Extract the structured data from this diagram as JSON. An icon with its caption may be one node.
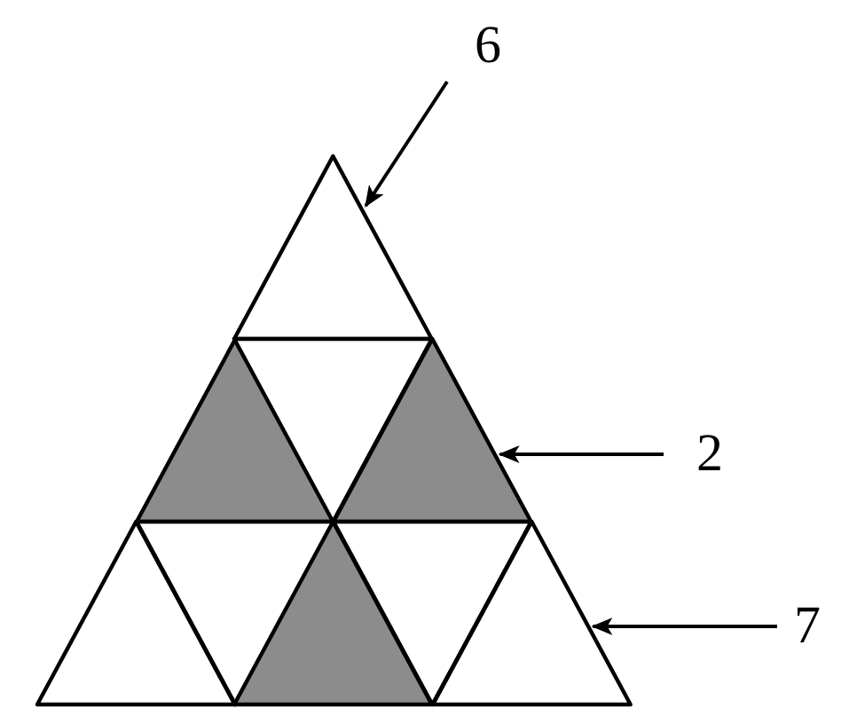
{
  "diagram": {
    "nodes": [
      {
        "text": [
          "6"
        ]
      },
      {
        "text": [
          "2"
        ]
      },
      {
        "text": [
          "7"
        ]
      },
      {
        "text": [],
        "shape": "triangle"
      },
      {
        "text": [],
        "shape": "triangle"
      },
      {
        "text": [],
        "shape": "triangle"
      },
      {
        "text": [],
        "shape": "triangle"
      },
      {
        "text": [],
        "shape": "triangle"
      },
      {
        "text": [],
        "shape": "triangle"
      },
      {
        "text": [],
        "shape": "triangle"
      },
      {
        "text": [],
        "shape": "triangle"
      },
      {
        "text": [],
        "shape": "triangle"
      }
    ],
    "edges": [
      {
        "from": 0,
        "to": 3,
        "arrow": "to"
      },
      {
        "from": 1,
        "to": 6,
        "arrow": "to"
      },
      {
        "from": 2,
        "to": 11,
        "arrow": "to"
      }
    ]
  }
}
